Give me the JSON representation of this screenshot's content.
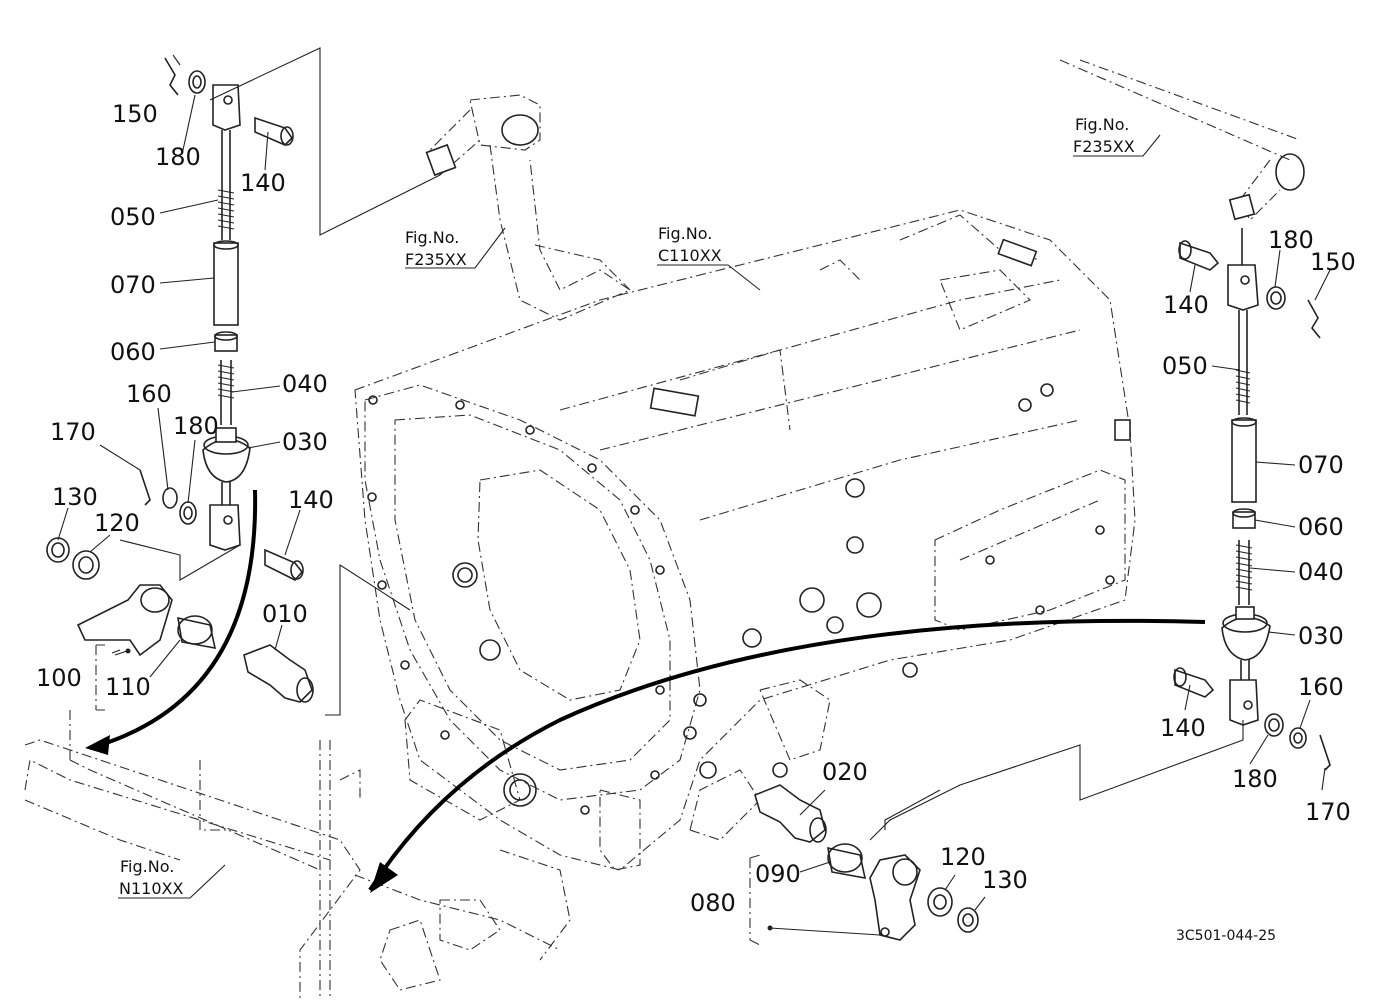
{
  "diagram": {
    "code": "3C501-044-25",
    "fig_refs": [
      {
        "line1": "Fig.No.",
        "line2": "F235XX"
      },
      {
        "line1": "Fig.No.",
        "line2": "C110XX"
      },
      {
        "line1": "Fig.No.",
        "line2": "F235XX"
      },
      {
        "line1": "Fig.No.",
        "line2": "N110XX"
      }
    ],
    "parts_left": [
      "150",
      "180",
      "140",
      "050",
      "070",
      "060",
      "040",
      "030",
      "160",
      "180",
      "170",
      "140",
      "130",
      "120",
      "010",
      "100",
      "110"
    ],
    "parts_right": [
      "180",
      "150",
      "140",
      "050",
      "070",
      "060",
      "040",
      "030",
      "140",
      "160",
      "180",
      "170"
    ],
    "parts_bottom": [
      "020",
      "090",
      "080",
      "120",
      "130"
    ]
  }
}
